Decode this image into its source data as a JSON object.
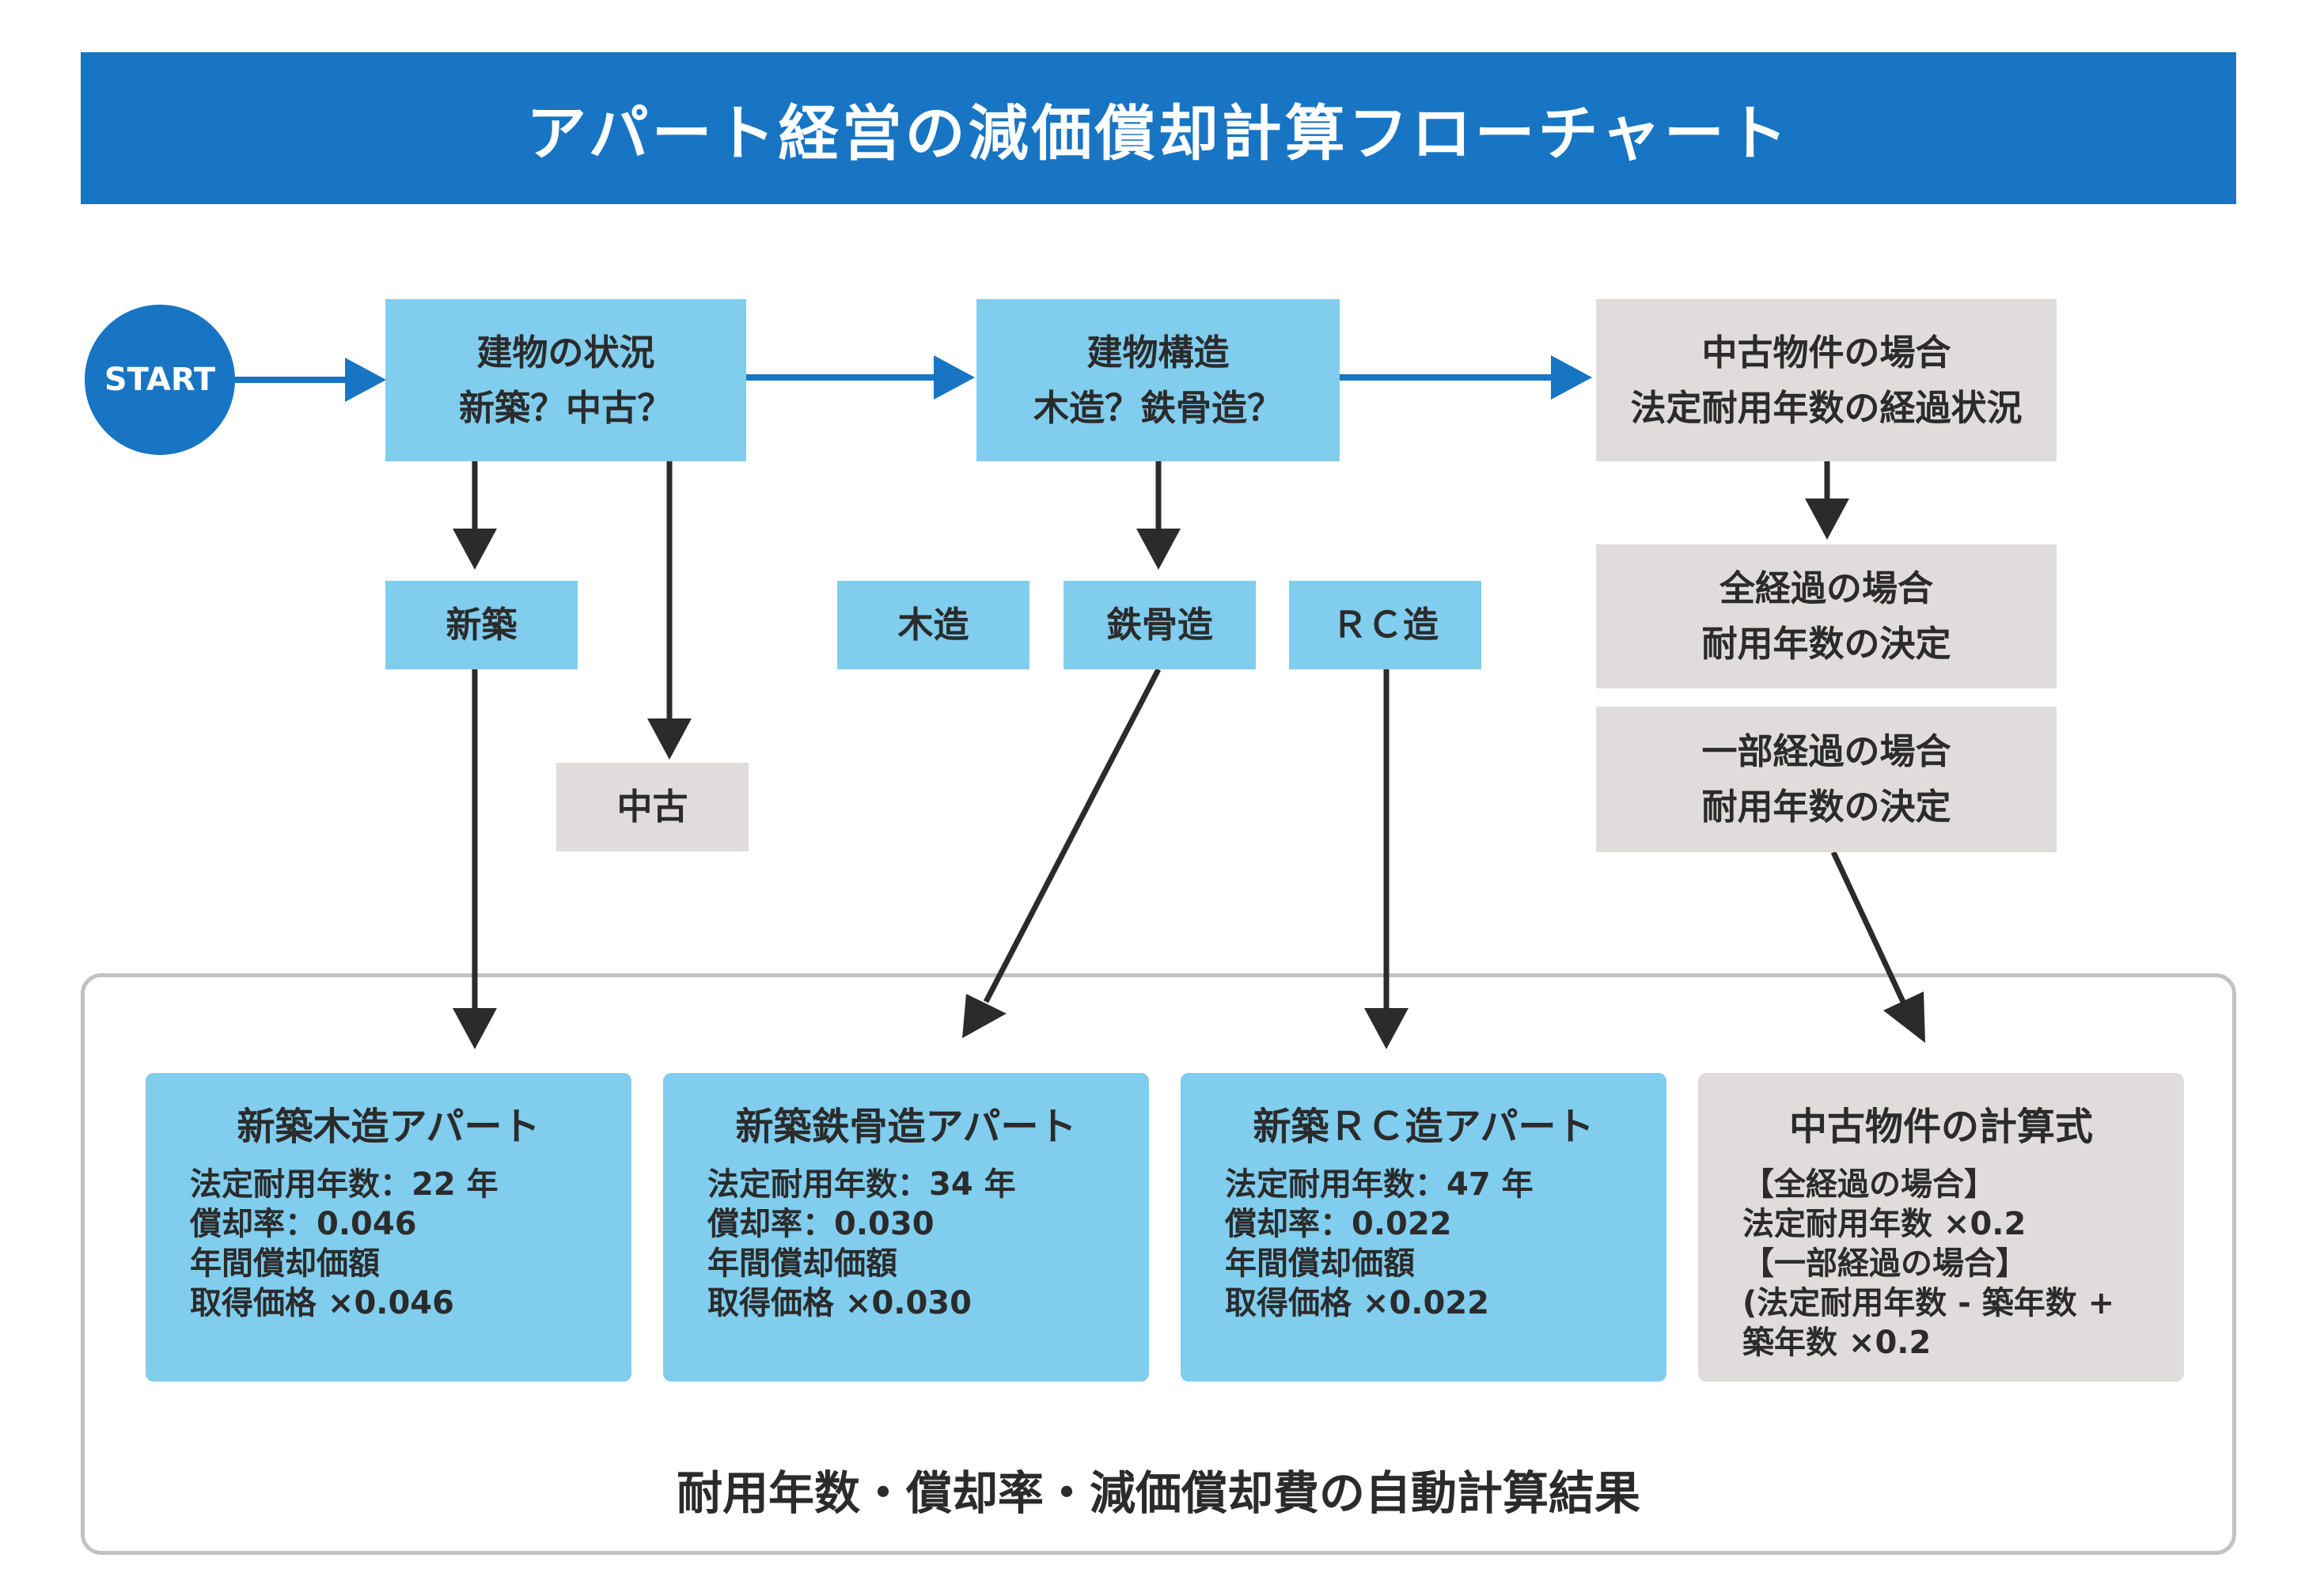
{
  "title": "アパート経営の減価償却計算フローチャート",
  "colors": {
    "primary": "#1875c4",
    "box_blue": "#80cdee",
    "box_gray": "#e0dcdc",
    "arrow_dark": "#2b2b2b"
  },
  "start": "START",
  "nodes": {
    "condition": {
      "title": "建物の状況",
      "sub": "新築？中古？"
    },
    "structure": {
      "title": "建物構造",
      "sub": "木造？鉄骨造？"
    },
    "used_case": {
      "title": "中古物件の場合",
      "sub": "法定耐用年数の経過状況"
    },
    "new": "新築",
    "used": "中古",
    "wood": "木造",
    "steel": "鉄骨造",
    "rc": "ＲＣ造",
    "full_elapsed": {
      "title": "全経過の場合",
      "sub": "耐用年数の決定"
    },
    "partial_elapsed": {
      "title": "一部経過の場合",
      "sub": "耐用年数の決定"
    }
  },
  "results": [
    {
      "title": "新築木造アパート",
      "lines": [
        "法定耐用年数：22 年",
        "償却率：0.046",
        "年間償却価額",
        "取得価格 ×0.046"
      ]
    },
    {
      "title": "新築鉄骨造アパート",
      "lines": [
        "法定耐用年数：34 年",
        "償却率：0.030",
        "年間償却価額",
        "取得価格 ×0.030"
      ]
    },
    {
      "title": "新築ＲＣ造アパート",
      "lines": [
        "法定耐用年数：47 年",
        "償却率：0.022",
        "年間償却価額",
        "取得価格 ×0.022"
      ]
    },
    {
      "title": "中古物件の計算式",
      "lines": [
        "【全経過の場合】",
        "法定耐用年数 ×0.2",
        "【一部経過の場合】",
        "(法定耐用年数 - 築年数 +",
        "築年数 ×0.2"
      ]
    }
  ],
  "footer": "耐用年数・償却率・減価償却費の自動計算結果"
}
